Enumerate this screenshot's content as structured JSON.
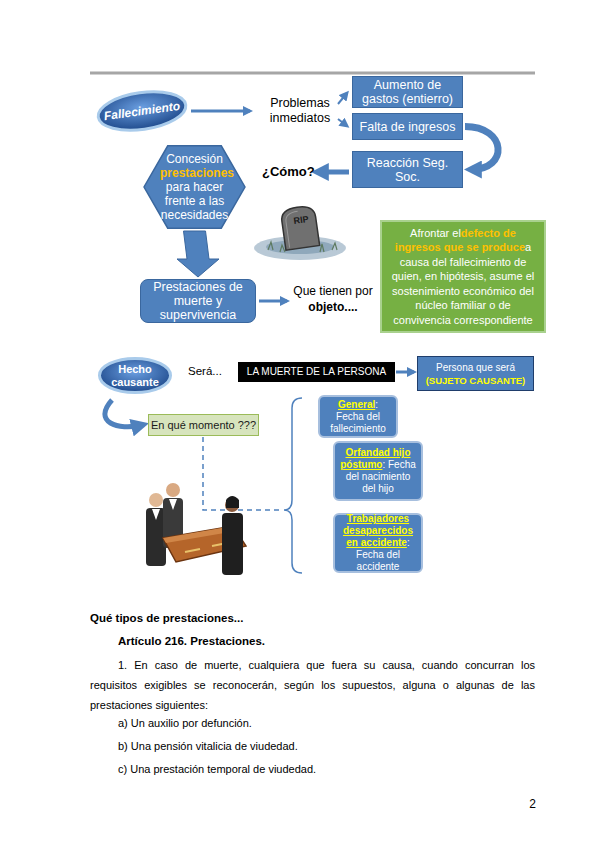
{
  "diagram": {
    "nodes": [
      {
        "text": [
          "Fallecimiento"
        ]
      },
      {
        "text": [
          "Aumento de gastos (entierro)"
        ]
      },
      {
        "text": [
          "Falta de ingresos"
        ]
      },
      {
        "text": [
          "Reacción Seg. Soc."
        ]
      },
      {
        "text": [
          "Concesión",
          "prestaciones",
          "para hacer frente a las necesidades"
        ]
      },
      {
        "text": [
          "Prestaciones de muerte y supervivencia"
        ]
      },
      {
        "text": [
          "Afrontar el",
          "defecto de ingresos que se produce",
          "a causa del fallecimiento de quien, en hipótesis, asume el sostenimiento económico del núcleo familiar o de convivencia correspondiente"
        ]
      },
      {
        "text": [
          "Hecho causante"
        ]
      },
      {
        "text": [
          "LA MUERTE DE LA PERSONA"
        ]
      },
      {
        "text": [
          "Persona que será",
          "(SUJETO CAUSANTE)"
        ]
      },
      {
        "text": [
          "En qué momento ???"
        ]
      },
      {
        "text": [
          "General",
          ": Fecha del fallecimiento"
        ]
      },
      {
        "text": [
          "Orfandad hijo póstumo",
          ": Fecha del nacimiento del hijo"
        ]
      },
      {
        "text": [
          "Trabajadores desaparecidos en accidente",
          ": Fecha del accidente"
        ]
      }
    ],
    "edges": [
      {
        "from": 2,
        "to": 3,
        "arrow": "to"
      },
      {
        "from": 4,
        "to": 5,
        "arrow": "to"
      },
      {
        "from": 8,
        "to": 9,
        "arrow": "to"
      },
      {
        "from": 7,
        "to": 10,
        "arrow": "to"
      }
    ],
    "labels": [
      "Problemas inmediatos",
      "¿Cómo?",
      "RIP",
      "Que tienen por",
      "objeto....",
      "Será...",
      "Qué tipos de prestaciones...",
      "Artículo 216. Prestaciones.",
      "1. En caso de muerte, cualquiera que fuera su causa, cuando concurran los requisitos exigibles se reconocerán, según los supuestos, alguna o algunas de las prestaciones siguientes:",
      "a) Un auxilio por defunción.",
      "b) Una pensión vitalicia de viudedad.",
      "c) Una prestación temporal de viudedad.",
      "2"
    ]
  }
}
